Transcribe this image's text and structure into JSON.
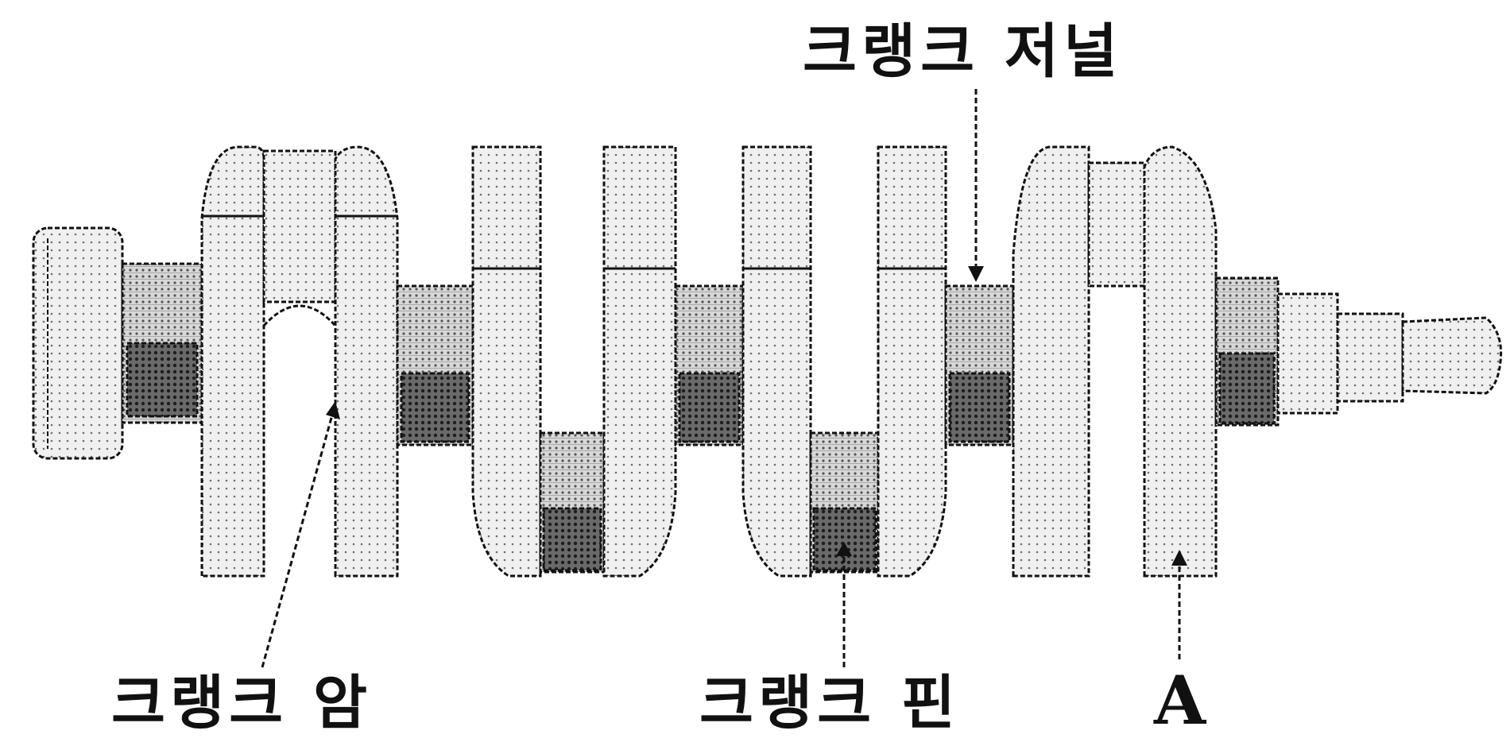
{
  "labels": {
    "crank_journal": "크랭크 저널",
    "crank_arm": "크랭크 암",
    "crank_pin": "크랭크 핀",
    "point_a": "A"
  },
  "colors": {
    "line": "#111111",
    "background": "#ffffff",
    "light_fill": "#e6e6e6",
    "medium_fill": "#bdbdbd",
    "dark_fill": "#444444"
  }
}
